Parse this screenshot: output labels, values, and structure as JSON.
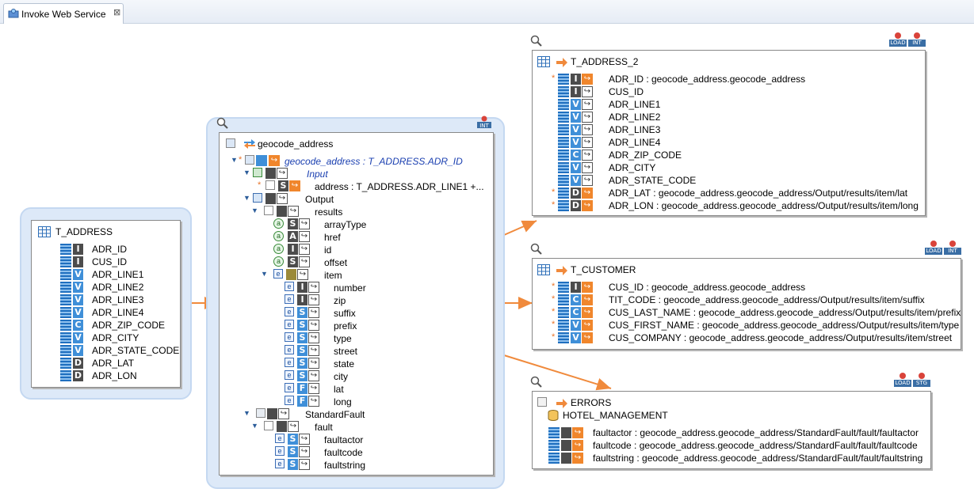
{
  "editor_tab": {
    "title": "Invoke Web Service",
    "close": "⊠"
  },
  "source": {
    "title": "T_ADDRESS",
    "columns": [
      {
        "name": "ADR_ID",
        "type": "I"
      },
      {
        "name": "CUS_ID",
        "type": "I"
      },
      {
        "name": "ADR_LINE1",
        "type": "V"
      },
      {
        "name": "ADR_LINE2",
        "type": "V"
      },
      {
        "name": "ADR_LINE3",
        "type": "V"
      },
      {
        "name": "ADR_LINE4",
        "type": "V"
      },
      {
        "name": "ADR_ZIP_CODE",
        "type": "C"
      },
      {
        "name": "ADR_CITY",
        "type": "V"
      },
      {
        "name": "ADR_STATE_CODE",
        "type": "V"
      },
      {
        "name": "ADR_LAT",
        "type": "D"
      },
      {
        "name": "ADR_LON",
        "type": "D"
      }
    ]
  },
  "service": {
    "title": "geocode_address",
    "badge": "INT",
    "operation": "geocode_address : T_ADDRESS.ADR_ID",
    "input_label": "Input",
    "input_param": "address : T_ADDRESS.ADR_LINE1 +...",
    "output_label": "Output",
    "results_label": "results",
    "results_attrs": [
      {
        "name": "arrayType",
        "type": "S"
      },
      {
        "name": "href",
        "type": "A"
      },
      {
        "name": "id",
        "type": "I"
      },
      {
        "name": "offset",
        "type": "S"
      }
    ],
    "item_label": "item",
    "item_fields": [
      {
        "name": "number",
        "type": "I"
      },
      {
        "name": "zip",
        "type": "I"
      },
      {
        "name": "suffix",
        "type": "S"
      },
      {
        "name": "prefix",
        "type": "S"
      },
      {
        "name": "type",
        "type": "S"
      },
      {
        "name": "street",
        "type": "S"
      },
      {
        "name": "state",
        "type": "S"
      },
      {
        "name": "city",
        "type": "S"
      },
      {
        "name": "lat",
        "type": "F"
      },
      {
        "name": "long",
        "type": "F"
      }
    ],
    "fault_root": "StandardFault",
    "fault_label": "fault",
    "fault_fields": [
      {
        "name": "faultactor",
        "type": "S"
      },
      {
        "name": "faultcode",
        "type": "S"
      },
      {
        "name": "faultstring",
        "type": "S"
      }
    ]
  },
  "targets": {
    "t_address_2": {
      "title": "T_ADDRESS_2",
      "badges": [
        "LOAD",
        "INT"
      ],
      "columns": [
        {
          "label": "ADR_ID : geocode_address.geocode_address",
          "type": "I",
          "mapped": true
        },
        {
          "label": "CUS_ID",
          "type": "I",
          "mapped": false
        },
        {
          "label": "ADR_LINE1",
          "type": "V",
          "mapped": false
        },
        {
          "label": "ADR_LINE2",
          "type": "V",
          "mapped": false
        },
        {
          "label": "ADR_LINE3",
          "type": "V",
          "mapped": false
        },
        {
          "label": "ADR_LINE4",
          "type": "V",
          "mapped": false
        },
        {
          "label": "ADR_ZIP_CODE",
          "type": "C",
          "mapped": false
        },
        {
          "label": "ADR_CITY",
          "type": "V",
          "mapped": false
        },
        {
          "label": "ADR_STATE_CODE",
          "type": "V",
          "mapped": false
        },
        {
          "label": "ADR_LAT : geocode_address.geocode_address/Output/results/item/lat",
          "type": "D",
          "mapped": true
        },
        {
          "label": "ADR_LON : geocode_address.geocode_address/Output/results/item/long",
          "type": "D",
          "mapped": true
        }
      ]
    },
    "t_customer": {
      "title": "T_CUSTOMER",
      "badges": [
        "LOAD",
        "INT"
      ],
      "columns": [
        {
          "label": "CUS_ID : geocode_address.geocode_address",
          "type": "I",
          "mapped": true
        },
        {
          "label": "TIT_CODE : geocode_address.geocode_address/Output/results/item/suffix",
          "type": "C",
          "mapped": true
        },
        {
          "label": "CUS_LAST_NAME : geocode_address.geocode_address/Output/results/item/prefix",
          "type": "C",
          "mapped": true
        },
        {
          "label": "CUS_FIRST_NAME : geocode_address.geocode_address/Output/results/item/type",
          "type": "V",
          "mapped": true
        },
        {
          "label": "CUS_COMPANY : geocode_address.geocode_address/Output/results/item/street",
          "type": "V",
          "mapped": true
        }
      ]
    },
    "errors": {
      "title": "ERRORS",
      "subtitle": "HOTEL_MANAGEMENT",
      "badges": [
        "LOAD",
        "STG"
      ],
      "columns": [
        {
          "label": "faultactor : geocode_address.geocode_address/StandardFault/fault/faultactor"
        },
        {
          "label": "faultcode : geocode_address.geocode_address/StandardFault/fault/faultcode"
        },
        {
          "label": "faultstring : geocode_address.geocode_address/StandardFault/fault/faultstring"
        }
      ]
    }
  },
  "colors": {
    "link": "#f08a3c",
    "halo": "#dde9f8",
    "column_icon": "#1f6fbf"
  }
}
